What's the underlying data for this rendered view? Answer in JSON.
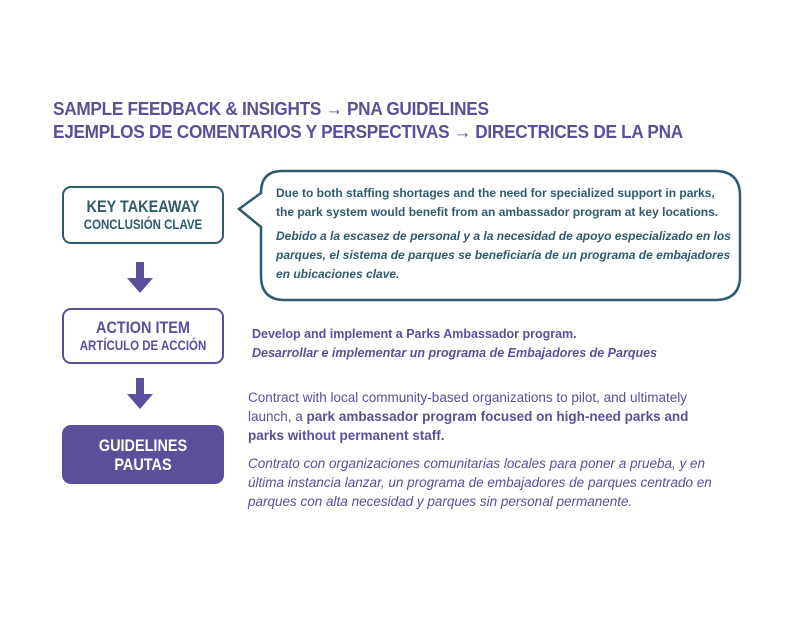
{
  "title": {
    "line1": "SAMPLE FEEDBACK & INSIGHTS → PNA GUIDELINES",
    "line2": "EJEMPLOS DE COMENTARIOS Y PERSPECTIVAS → DIRECTRICES DE LA PNA"
  },
  "key_takeaway": {
    "label_en": "KEY TAKEAWAY",
    "label_es": "CONCLUSIÓN CLAVE",
    "text_en": "Due to both staffing shortages and the need for specialized support in parks, the park system would benefit from an ambassador program at key locations.",
    "text_es": "Debido a la escasez de personal y a la necesidad de apoyo especializado en los parques, el sistema de parques se beneficiaría de un programa de embajadores en ubicaciones clave."
  },
  "action_item": {
    "label_en": "ACTION ITEM",
    "label_es": "ARTÍCULO DE ACCIÓN",
    "text_en": "Develop and implement a Parks Ambassador program.",
    "text_es": "Desarrollar e implementar un programa de Embajadores de Parques"
  },
  "guidelines": {
    "label_en": "GUIDELINES",
    "label_es": "PAUTAS",
    "text_en_pre": "Contract with local community-based organizations to pilot, and ultimately launch, a ",
    "text_en_bold": "park ambassador program focused on high-need parks and parks without permanent staff.",
    "text_es": "Contrato con organizaciones comunitarias locales para poner a prueba, y en última instancia lanzar, un programa de embajadores de parques centrado en parques con alta necesidad y parques sin personal permanente."
  },
  "colors": {
    "purple": "#5b4f9b",
    "teal": "#2f5a6e"
  }
}
